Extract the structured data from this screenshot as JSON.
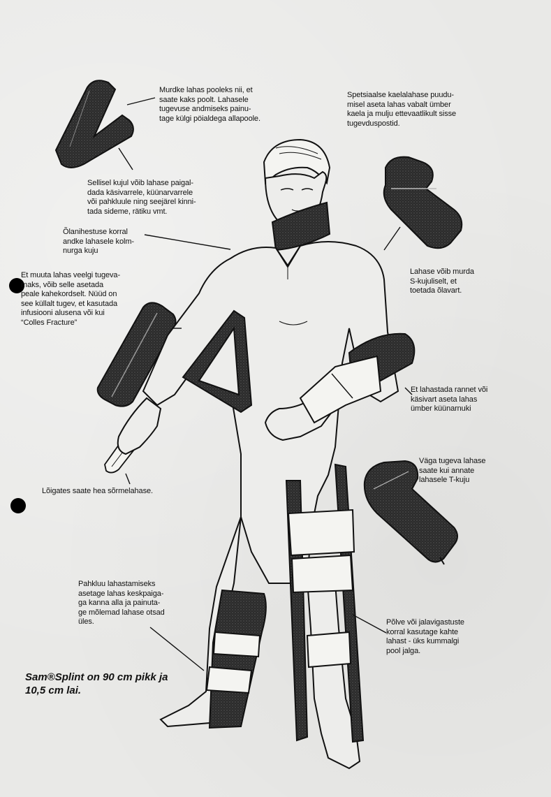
{
  "notes": {
    "fold_splint": "Murdke lahas pooleks nii, et\nsaate kaks poolt. Lahasele\ntugevuse andmiseks painu-\ntage külgi pöialdega allapoole.",
    "neck_collar": "Spetsiaalse kaelalahase puudu-\nmisel aseta lahas vabalt ümber\nkaela ja mulju ettevaatlikult sisse\ntugevduspostid.",
    "forearm_shape": "Sellisel kujul võib lahase paigal-\ndada käsivarrele, küünarvarrele\nvõi pahkluule ning seejärel kinni-\ntada sideme, rätiku vmt.",
    "shoulder_corner": "Õlanihestuse korral\nandke lahasele kolm-\nnurga kuju",
    "s_shape": "Lahase võib murda\nS-kujuliselt, et\ntoetada õlavart.",
    "double_layer": "Et muuta lahas veelgi tugeva-\nmaks, võib selle asetada\npeale kahekordselt. Nüüd on\nsee küllalt tugev, et kasutada\ninfusiooni alusena või kui\n“Colles Fracture”",
    "wrist": "Et lahastada rannet või\nkäsivart aseta lahas\nümber küünarnuki",
    "t_shape": "Väga tugeva lahase\nsaate kui annate\nlahasele T-kuju",
    "finger": "Lõigates saate hea sõrmelahase.",
    "ankle": "Pahkluu lahastamiseks\nasetage lahas keskpaiga-\nga kanna alla ja painuta-\nge mõlemad lahase otsad\nüles.",
    "knee_leg": "Põlve või jalavigastuste\nkorral kasutage kahte\nlahast - üks kummalgi\npool jalga."
  },
  "footer": {
    "line1": "Sam®Splint on 90 cm pikk ja",
    "line2": "10,5 cm lai."
  },
  "colors": {
    "paper": "#e9e9e7",
    "ink": "#111111",
    "splint": "#2b2b2b",
    "bandage": "#f4f4f1"
  }
}
